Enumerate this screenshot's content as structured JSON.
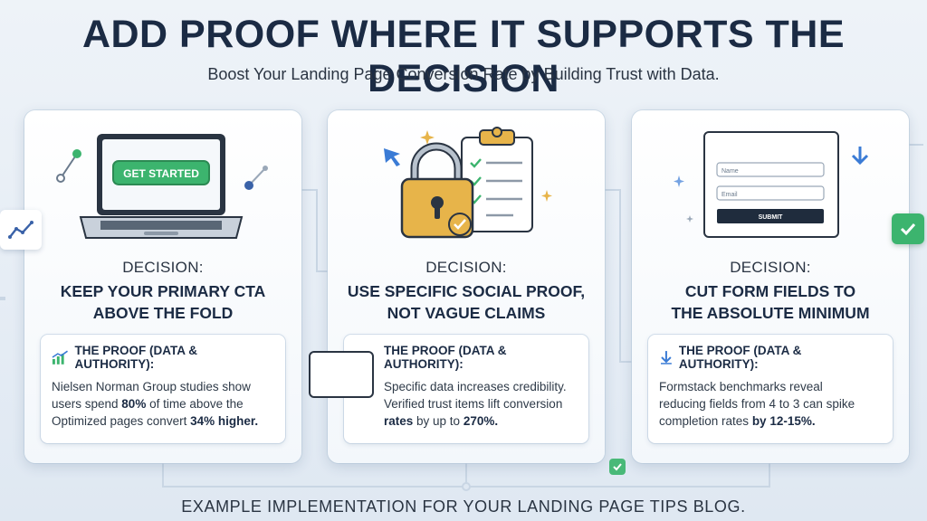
{
  "header": {
    "title": "ADD PROOF WHERE IT SUPPORTS THE DECISION",
    "subtitle": "Boost Your Landing Page Conversion Rate by Building Trust with Data."
  },
  "cards": [
    {
      "decision_label": "DECISION:",
      "decision_line1": "KEEP YOUR PRIMARY CTA",
      "decision_line2": "ABOVE THE FOLD",
      "illustration_button": "GET STARTED",
      "proof_title": "THE PROOF (DATA & AUTHORITY):",
      "proof_line1": "Nielsen Norman Group studies show",
      "proof_line2_pre": "users spend ",
      "proof_line2_bold": "80%",
      "proof_line2_post": " of time above the",
      "proof_line3_pre": "Optimized pages convert ",
      "proof_line3_bold": "34% higher.",
      "proof_icon": "bar-chart-trend-icon"
    },
    {
      "decision_label": "DECISION:",
      "decision_line1": "USE SPECIFIC SOCIAL PROOF,",
      "decision_line2": "NOT VAGUE CLAIMS",
      "proof_title": "THE PROOF (DATA & AUTHORITY):",
      "proof_line1": "Specific data increases credibility.",
      "proof_line2": "Verified trust items lift conversion",
      "proof_line3_bold1": "rates",
      "proof_line3_mid": " by up to ",
      "proof_line3_bold2": "270%.",
      "proof_icon": "none"
    },
    {
      "decision_label": "DECISION:",
      "decision_line1": "CUT FORM FIELDS TO",
      "decision_line2": "THE ABSOLUTE MINIMUM",
      "form_name_placeholder": "Name",
      "form_email_placeholder": "Email",
      "form_submit": "SUBMIT",
      "proof_title": "THE PROOF (DATA & AUTHORITY):",
      "proof_line1": "Formstack benchmarks reveal",
      "proof_line2": "reducing fields from 4 to 3 can spike",
      "proof_line3_pre": "completion rates ",
      "proof_line3_bold": "by 12-15%.",
      "proof_icon": "down-arrow-icon"
    }
  ],
  "footer": {
    "text": "EXAMPLE IMPLEMENTATION FOR YOUR LANDING PAGE TIPS BLOG."
  },
  "colors": {
    "navy": "#1b2b44",
    "green_button": "#3cb46e",
    "blue_accent": "#3a7bd5",
    "gold": "#e7b44a",
    "background": "#e9eff6"
  }
}
